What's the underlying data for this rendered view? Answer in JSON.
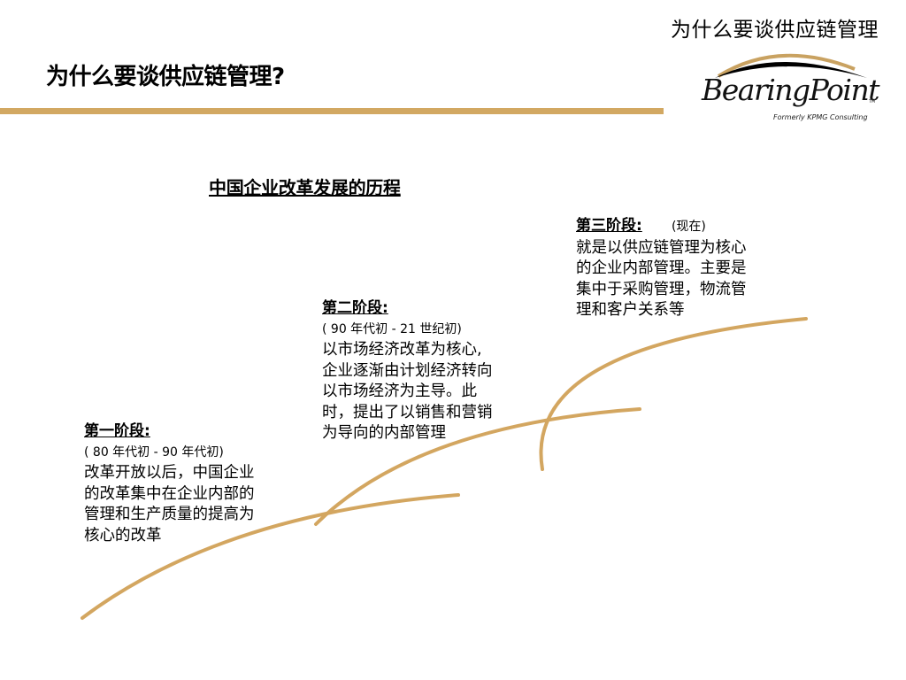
{
  "header": {
    "corner_title": "为什么要谈供应链管理",
    "page_title": "为什么要谈供应链管理?",
    "rule_color": "#d2a862"
  },
  "logo": {
    "name": "BearingPoint",
    "trademark": "TM",
    "tagline": "Formerly KPMG Consulting",
    "arc_colors": [
      "#000000",
      "#c9a261"
    ]
  },
  "section": {
    "title": "中国企业改革发展的历程"
  },
  "stages": [
    {
      "heading": "第一阶段:",
      "period": "( 80 年代初 -  90 年代初)",
      "lines": [
        "改革开放以后，中国企业",
        "的改革集中在企业内部的",
        "管理和生产质量的提高为",
        "核心的改革"
      ]
    },
    {
      "heading": "第二阶段:",
      "period": "( 90 年代初 -  21 世纪初)",
      "lines": [
        "以市场经济改革为核心,",
        "企业逐渐由计划经济转向",
        "以市场经济为主导。此",
        "时，提出了以销售和营销",
        "为导向的内部管理"
      ]
    },
    {
      "heading": "第三阶段:",
      "period": "(现在)",
      "lines": [
        "就是以供应链管理为核心",
        "的企业内部管理。主要是",
        "集中于采购管理，物流管",
        "理和客户关系等"
      ]
    }
  ],
  "decor": {
    "curve_color": "#d3a660"
  }
}
